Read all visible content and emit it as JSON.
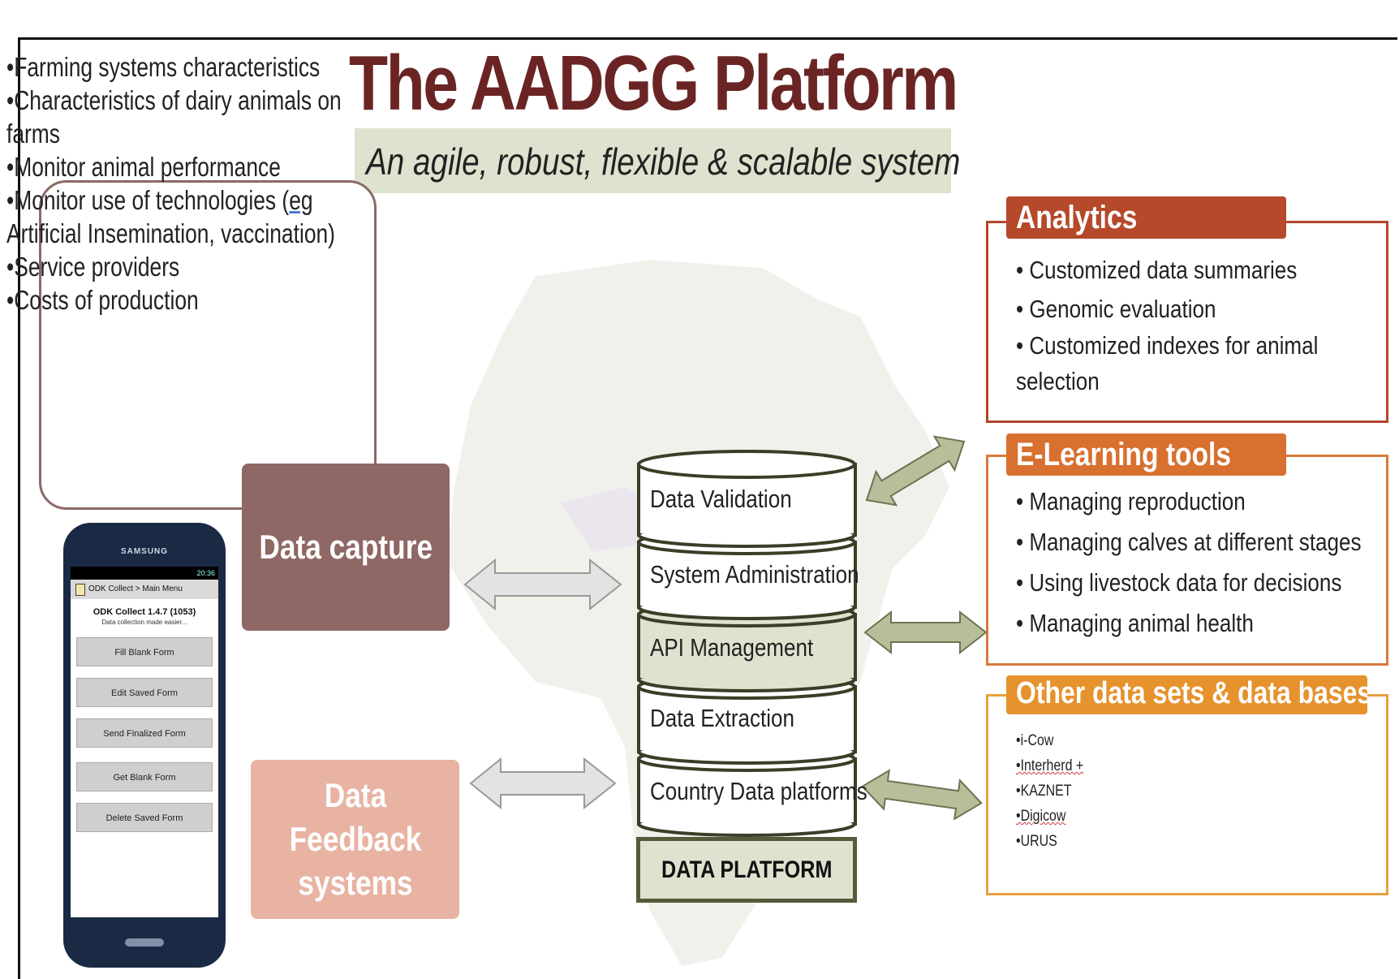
{
  "title": "The AADGG Platform",
  "subtitle": "An agile, robust, flexible & scalable system",
  "data_capture_items": [
    "•Farming systems characteristics",
    "•Characteristics of dairy animals on",
    " farms",
    "•Monitor animal  performance",
    "•Monitor use of technologies (eg",
    " Artificial Insemination, vaccination)",
    "•Service providers",
    "•Costs of production"
  ],
  "boxes": {
    "data_capture": "Data capture",
    "data_feedback": "Data Feedback systems"
  },
  "phone": {
    "brand": "SAMSUNG",
    "status": "20:36",
    "header": "ODK Collect > Main Menu",
    "app_name": "ODK Collect 1.4.7 (1053)",
    "tagline": "Data collection made easier...",
    "buttons": [
      "Fill Blank Form",
      "Edit Saved Form",
      "Send Finalized Form",
      "Get Blank Form",
      "Delete Saved Form"
    ]
  },
  "data_platform": {
    "layers": [
      "Data Validation",
      "System Administration",
      "API Management",
      "Data Extraction",
      "Country Data platforms"
    ],
    "base_label": "DATA PLATFORM"
  },
  "panels": {
    "analytics": {
      "title": "Analytics",
      "items": [
        "• Customized data summaries",
        "• Genomic evaluation",
        "• Customized indexes for animal",
        "  selection"
      ]
    },
    "elearning": {
      "title": "E-Learning tools",
      "items": [
        "• Managing reproduction",
        "• Managing calves at different stages",
        "• Using livestock data for decisions",
        "• Managing animal health"
      ]
    },
    "other": {
      "title": "Other data sets & data bases",
      "items": [
        "•i-Cow",
        "•Interherd +",
        "•KAZNET",
        "•Digicow",
        "•URUS"
      ]
    }
  },
  "colors": {
    "title": "#6b2424",
    "subtitle_band": "#dfe2cf",
    "data_capture": "#8f6765",
    "data_feedback": "#e8b3a3",
    "analytics": "#b5492a",
    "elearning": "#d8702f",
    "other": "#e6922d",
    "arrow_grey": "#e3e3e3",
    "arrow_green": "#b7bf9a"
  }
}
